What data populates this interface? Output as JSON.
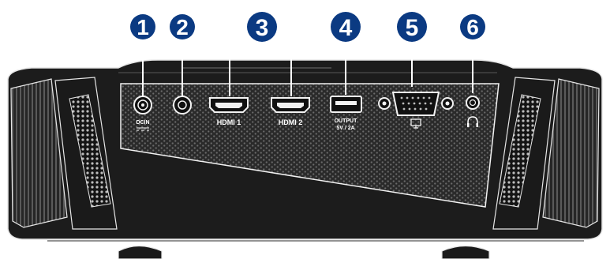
{
  "callouts": [
    {
      "number": "1",
      "color": "#0b3a82"
    },
    {
      "number": "2",
      "color": "#0b3a82"
    },
    {
      "number": "3",
      "color": "#0b3a82"
    },
    {
      "number": "4",
      "color": "#0b3a82"
    },
    {
      "number": "5",
      "color": "#0b3a82"
    },
    {
      "number": "6",
      "color": "#0b3a82"
    }
  ],
  "ports": {
    "dc_in": "DCIN",
    "hdmi1": "HDMI 1",
    "hdmi2": "HDMI 2",
    "output_line1": "OUTPUT",
    "output_line2": "5V / 2A"
  },
  "icons": {
    "dc_in": "dc-polarity-icon",
    "audio": "audio-jack-icon",
    "vga": "monitor-icon",
    "headphone": "headphone-icon"
  },
  "colors": {
    "callout": "#0b3a82",
    "body": "#1a1a1a",
    "panel": "#2b2b2b",
    "outline": "#f2f2f2"
  }
}
